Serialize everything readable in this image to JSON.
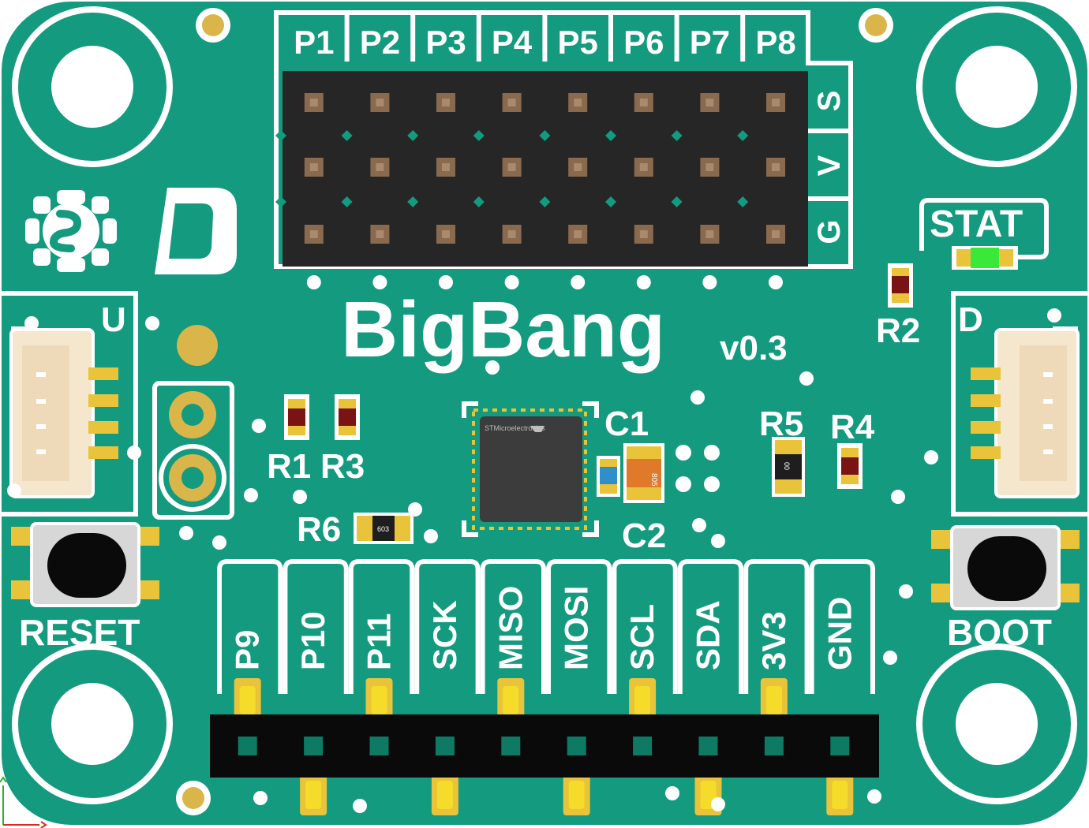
{
  "board": {
    "title": "BigBang",
    "version": "v0.3",
    "colors": {
      "pcb": "#149A7E",
      "pcb_shadow": "#0E7A63",
      "silk": "#FFFFFF",
      "gold": "#D9B54A",
      "gold_pad": "#F2D23A",
      "header_black": "#262626",
      "pin": "#8A6A4F",
      "led": "#3AE83A"
    }
  },
  "top_header": {
    "pins": [
      "P1",
      "P2",
      "P3",
      "P4",
      "P5",
      "P6",
      "P7",
      "P8"
    ],
    "rows": [
      "S",
      "V",
      "G"
    ]
  },
  "bottom_header": {
    "pins": [
      "P9",
      "P10",
      "P11",
      "SCK",
      "MISO",
      "MOSI",
      "SCL",
      "SDA",
      "3V3",
      "GND"
    ]
  },
  "connectors": {
    "left_label": "U",
    "right_label": "D"
  },
  "status_led": {
    "label": "STAT"
  },
  "buttons": {
    "reset_label": "RESET",
    "boot_label": "BOOT"
  },
  "components": {
    "r1": "R1",
    "r2": "R2",
    "r3": "R3",
    "r4": "R4",
    "r5": "R5",
    "r6": "R6",
    "c1": "C1",
    "c2": "C2",
    "r5_marking": "00",
    "r6_marking": "603",
    "c2_marking": "805",
    "ic_marking": "STMicroelectronics"
  },
  "icons": {
    "logo_left": "gear-logo-icon",
    "logo_right": "d-logo-icon",
    "axis": "axis-icon"
  }
}
